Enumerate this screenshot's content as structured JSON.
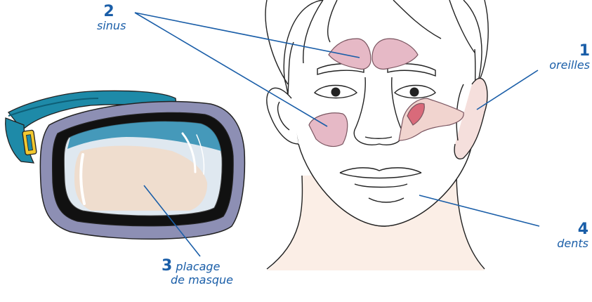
{
  "colors": {
    "label_blue": "#1a5ea8",
    "leader_line": "#1a5ea8",
    "skin": "#fbeee6",
    "sinus_pink": "#e6b9c6",
    "ear_canal": "#f1d4cf",
    "strap_teal": "#1e8aa8",
    "mask_frame": "#8d8fb4",
    "buckle_yellow": "#f2c830"
  },
  "labels": {
    "oreilles": {
      "number": "1",
      "text": "oreilles"
    },
    "sinus": {
      "number": "2",
      "text": "sinus"
    },
    "placage": {
      "number": "3",
      "text_line1": "placage",
      "text_line2": "de masque"
    },
    "dents": {
      "number": "4",
      "text": "dents"
    }
  },
  "illustrations": [
    "face-drawing",
    "diving-mask"
  ]
}
